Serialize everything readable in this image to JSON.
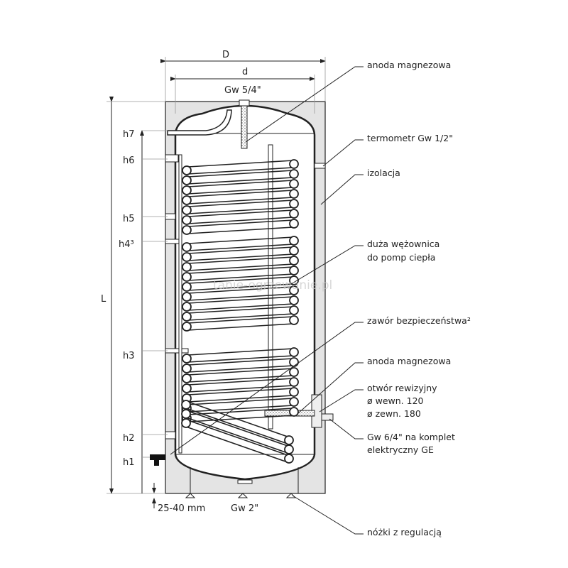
{
  "dimensions": {
    "D": "D",
    "d": "d",
    "top_connection": "Gw 5/4\"",
    "L": "L",
    "h7": "h7",
    "h6": "h6",
    "h5": "h5",
    "h4": "h4³",
    "h3": "h3",
    "h2": "h2",
    "h1": "h1",
    "feet_height": "25-40 mm",
    "bottom_connection": "Gw 2\""
  },
  "callouts": {
    "anode_top": "anoda magnezowa",
    "thermometer": "termometr Gw 1/2\"",
    "insulation": "izolacja",
    "coil_line1": "duża wężownica",
    "coil_line2": "do pomp ciepła",
    "safety_valve": "zawór bezpieczeństwa²",
    "anode_bottom": "anoda magnezowa",
    "inspection_line1": "otwór rewizyjny",
    "inspection_line2": "ø wewn. 120",
    "inspection_line3": "ø zewn. 180",
    "heater_line1": "Gw 6/4\" na komplet",
    "heater_line2": "elektryczny GE",
    "feet": "nóżki z regulacją"
  },
  "watermark": "tanie-ogrzewanie.pl",
  "colors": {
    "insulation": "#e4e4e4",
    "line": "#222222"
  }
}
